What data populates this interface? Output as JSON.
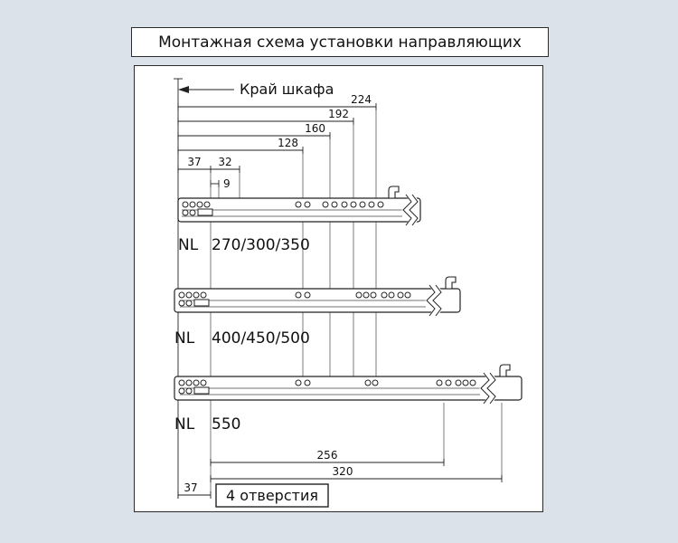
{
  "title": "Монтажная схема установки направляющих",
  "diagram": {
    "cabinet_edge_label": "Край шкафа",
    "holes_label": "4 отверстия",
    "dims": {
      "d224": "224",
      "d192": "192",
      "d160": "160",
      "d128": "128",
      "d37_top": "37",
      "d32": "32",
      "d9": "9",
      "d256": "256",
      "d320": "320",
      "d37_bottom": "37"
    },
    "slides": [
      {
        "prefix": "NL",
        "sizes": "270/300/350"
      },
      {
        "prefix": "NL",
        "sizes": "400/450/500"
      },
      {
        "prefix": "NL",
        "sizes": "550"
      }
    ]
  }
}
